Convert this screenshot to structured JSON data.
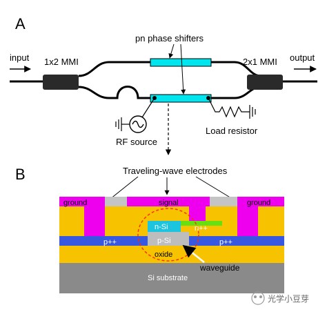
{
  "panel_a": {
    "letter": "A",
    "input_label": "input",
    "output_label": "output",
    "mmi_left_label": "1x2 MMI",
    "mmi_right_label": "2x1 MMI",
    "phase_shifters_label": "pn phase shifters",
    "rf_source_label": "RF source",
    "load_resistor_label": "Load resistor"
  },
  "panel_b": {
    "letter": "B",
    "electrodes_label": "Traveling-wave electrodes",
    "ground_left_label": "ground",
    "signal_label": "signal",
    "ground_right_label": "ground",
    "n_si_label": "n-Si",
    "n_pp_label": "n++",
    "p_si_label": "p-Si",
    "p_pp_left_label": "p++",
    "p_pp_right_label": "p++",
    "oxide_label": "oxide",
    "waveguide_label": "waveguide",
    "substrate_label": "Si substrate"
  },
  "watermark": {
    "text": "光学小豆芽"
  },
  "colors": {
    "electrode_magenta": "#ee00ee",
    "oxide_yellow": "#f7c200",
    "p_plus_blue": "#3858e0",
    "n_si_cyan": "#1cc4e0",
    "n_plus_green": "#66e010",
    "p_si_gray": "#bdbdbd",
    "substrate_gray": "#8a8a8a",
    "ground_bar_gray": "#c4c4c4",
    "phase_shifter_cyan": "#00e5ee",
    "mmi_dark": "#2a2a2a",
    "mode_circle_red": "#ff2a00"
  }
}
